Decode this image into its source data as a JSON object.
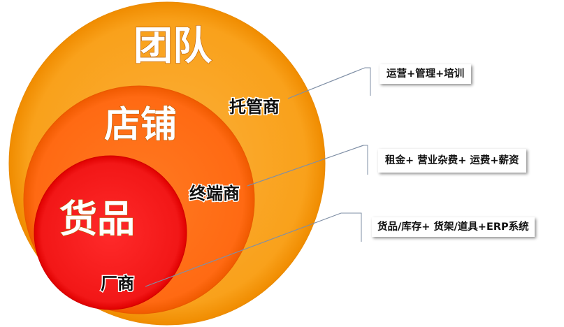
{
  "colors": {
    "outer": "#f9a11b",
    "middle": "#ff6a13",
    "inner": "#f21717",
    "leader_line": "#7f8fa6"
  },
  "circles": {
    "outer_label": "团队",
    "middle_label": "店铺",
    "inner_label": "货品"
  },
  "roles": {
    "operator": "托管商",
    "terminal": "终端商",
    "manufacturer": "厂商"
  },
  "callouts": {
    "operator": "运营+管理+培训",
    "terminal": "租金+ 营业杂费+ 运费+薪资",
    "manufacturer": "货品/库存+ 货架/道具+ERP系统"
  }
}
